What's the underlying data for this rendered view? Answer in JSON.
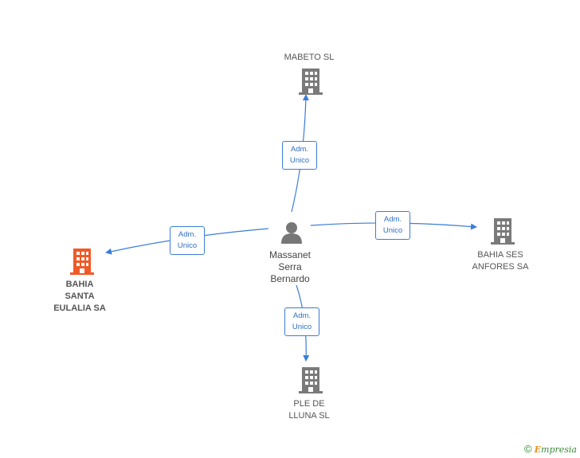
{
  "center": {
    "name": "Massanet\nSerra\nBernardo",
    "icon": "person-icon"
  },
  "companies": [
    {
      "id": "mabeto",
      "name": "MABETO SL",
      "icon": "building-icon",
      "color": "#7a7a7a"
    },
    {
      "id": "bahia-santa",
      "name": "BAHIA\nSANTA\nEULALIA SA",
      "icon": "building-icon",
      "color": "#f05a28"
    },
    {
      "id": "bahia-ses",
      "name": "BAHIA SES\nANFORES SA",
      "icon": "building-icon",
      "color": "#7a7a7a"
    },
    {
      "id": "ple-lluna",
      "name": "PLE DE\nLLUNA SL",
      "icon": "building-icon",
      "color": "#7a7a7a"
    }
  ],
  "edges": [
    {
      "to": "mabeto",
      "role_line1": "Adm.",
      "role_line2": "Unico"
    },
    {
      "to": "bahia-santa",
      "role_line1": "Adm.",
      "role_line2": "Unico"
    },
    {
      "to": "bahia-ses",
      "role_line1": "Adm.",
      "role_line2": "Unico"
    },
    {
      "to": "ple-lluna",
      "role_line1": "Adm.",
      "role_line2": "Unico"
    }
  ],
  "colors": {
    "edge": "#3b7dd8",
    "icon_default": "#7a7a7a",
    "icon_focus": "#f05a28",
    "person": "#777777"
  },
  "footer": {
    "copyright": "©",
    "brand_initial": "E",
    "brand_rest": "mpresia"
  }
}
